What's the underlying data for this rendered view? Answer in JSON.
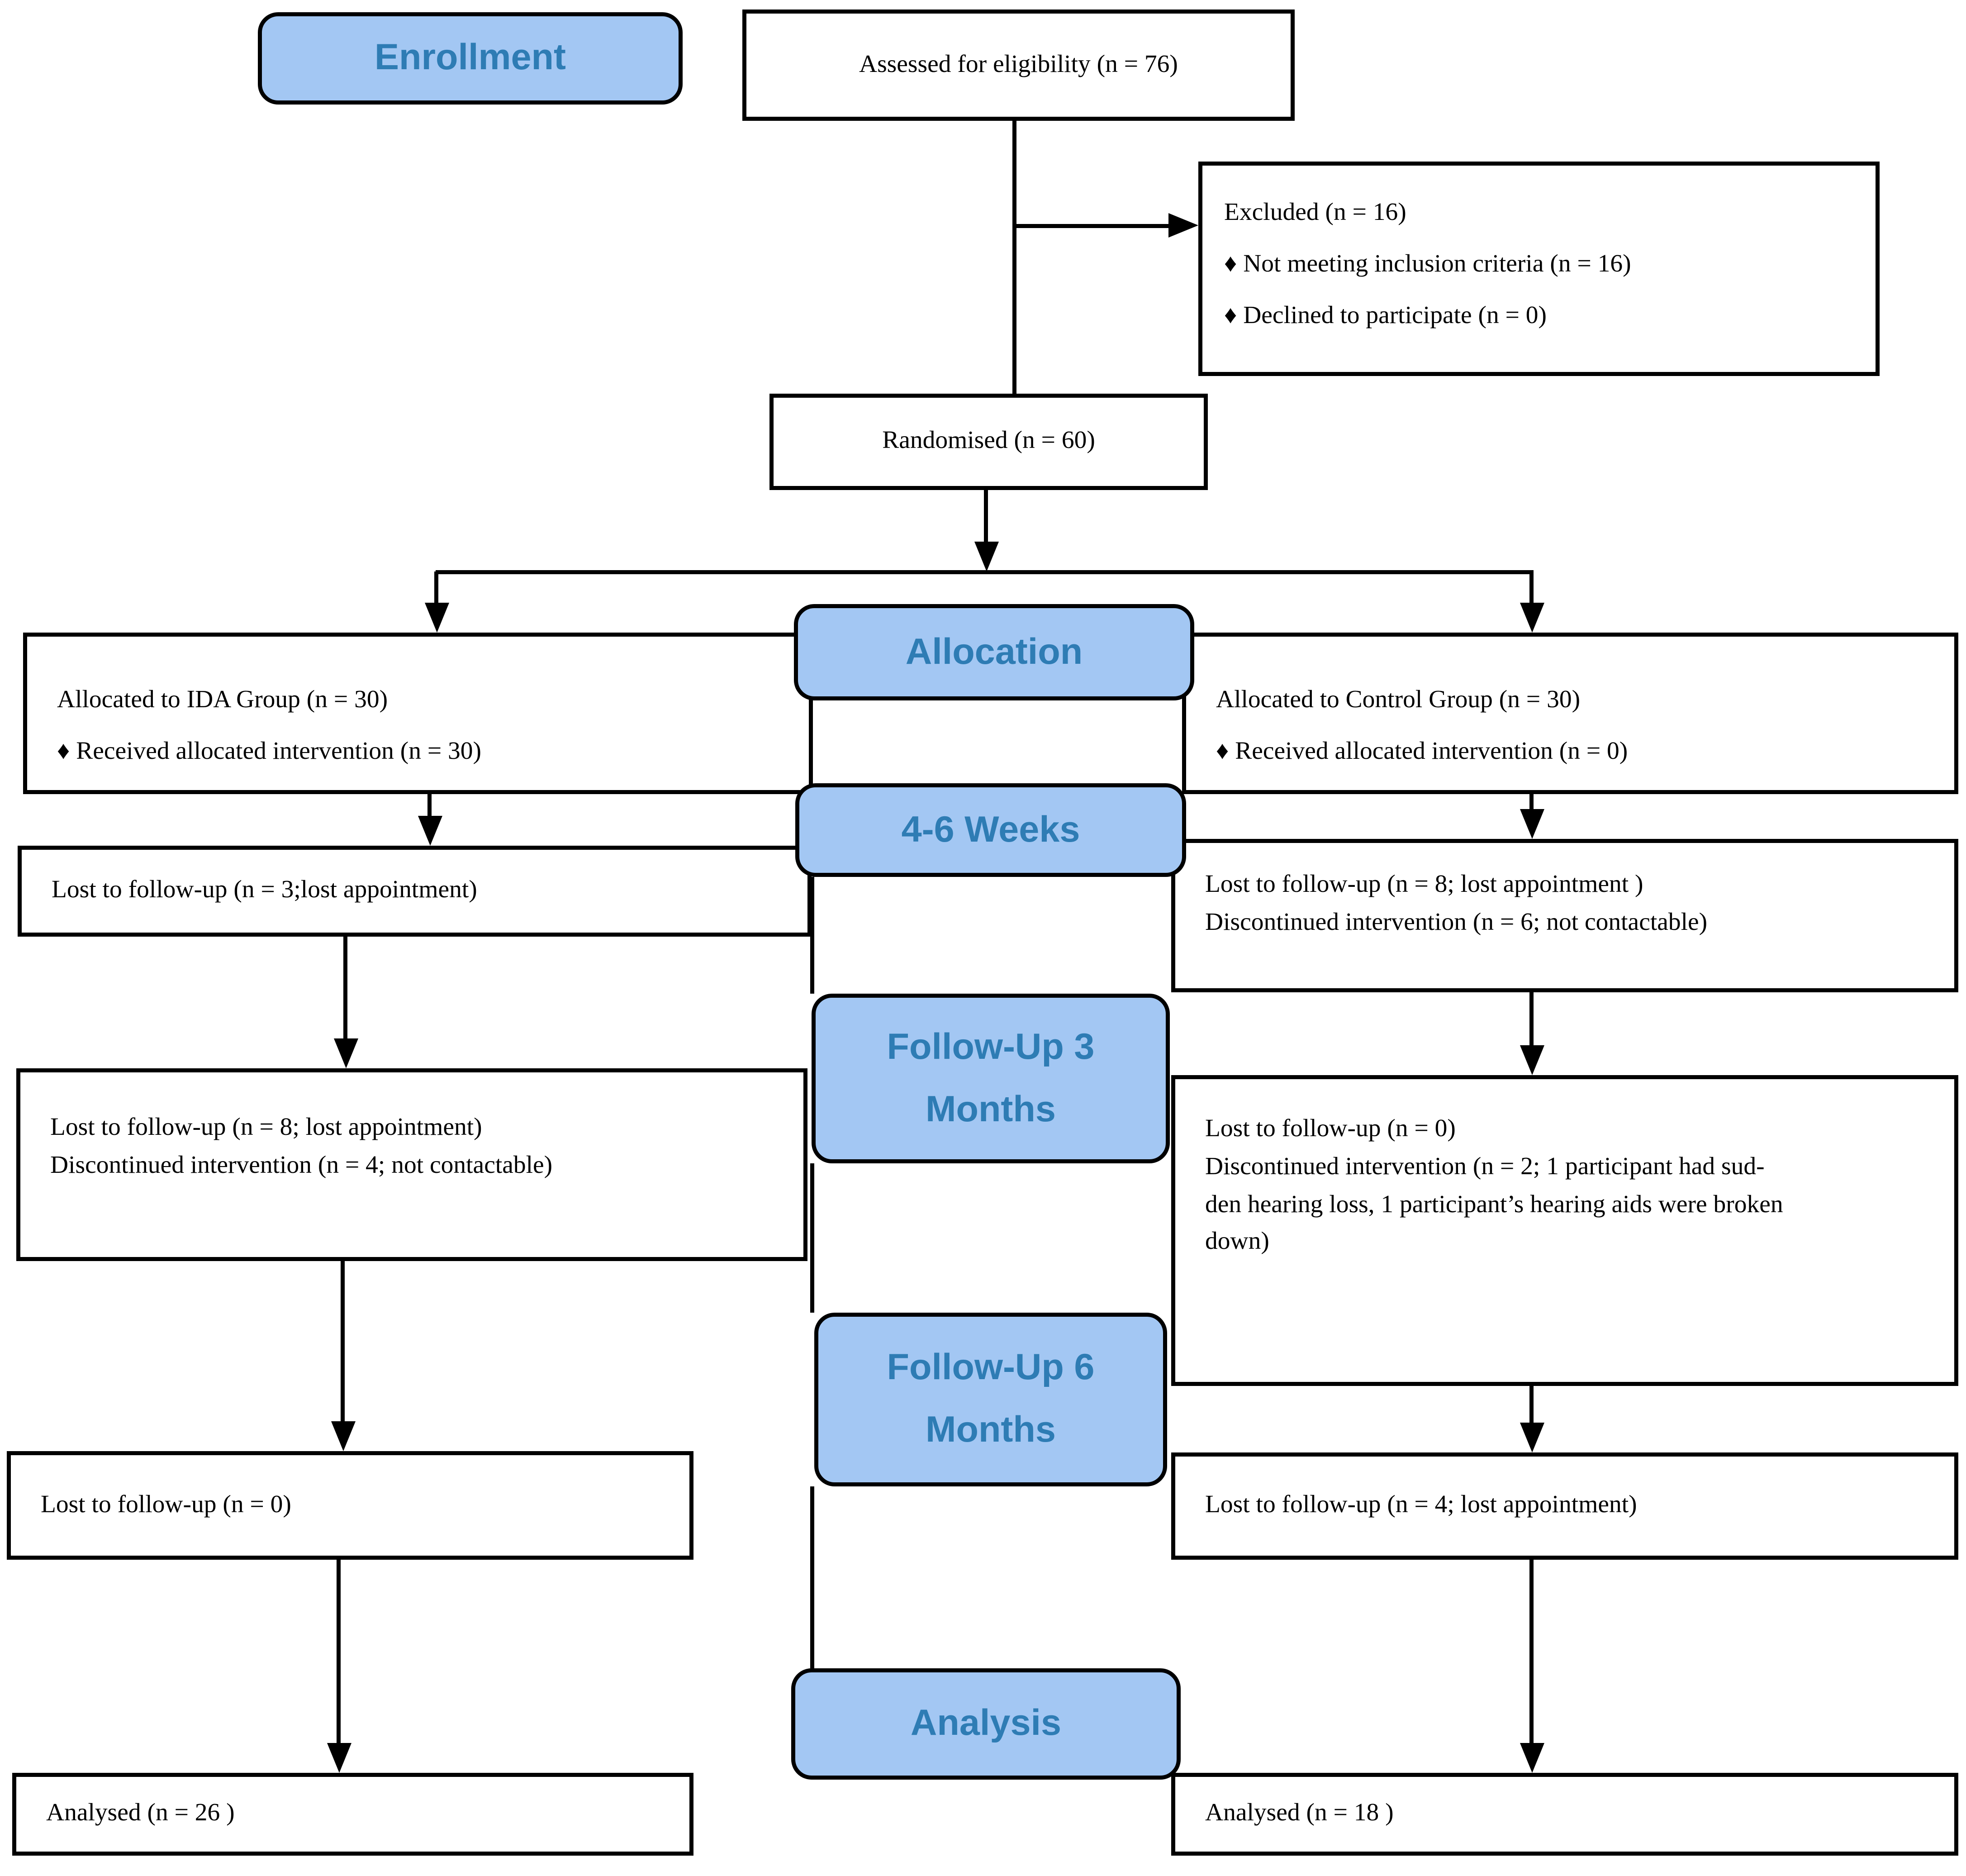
{
  "colors": {
    "pill_fill": "#A3C7F3",
    "pill_text": "#2E7CB4",
    "line": "#000000"
  },
  "pills": {
    "enrollment": {
      "label": "Enrollment"
    },
    "allocation": {
      "label": "Allocation"
    },
    "weeks_4_6": {
      "label": "4-6 Weeks"
    },
    "followup_3": {
      "line1": "Follow-Up 3",
      "line2": "Months"
    },
    "followup_6": {
      "line1": "Follow-Up 6",
      "line2": "Months"
    },
    "analysis": {
      "label": "Analysis"
    }
  },
  "boxes": {
    "assessed": {
      "text": "Assessed for eligibility (n = 76)"
    },
    "excluded": {
      "lines": [
        "Excluded  (n = 16)",
        "♦ Not meeting inclusion criteria (n = 16)",
        "♦ Declined to participate (n = 0)"
      ]
    },
    "randomised": {
      "text": "Randomised (n = 60)"
    },
    "allocated_ida": {
      "lines": [
        "Allocated to IDA Group (n = 30)",
        "♦ Received allocated intervention (n = 30)"
      ]
    },
    "allocated_control": {
      "lines": [
        "Allocated to Control Group (n = 30)",
        "♦ Received allocated intervention (n =  0)"
      ]
    },
    "weeks_lost_ida": {
      "lines": [
        "Lost to follow-up (n = 3;lost appointment)"
      ]
    },
    "weeks_lost_control": {
      "lines": [
        "Lost to follow-up (n = 8; lost appointment )",
        "Discontinued intervention (n = 6; not contactable)"
      ]
    },
    "fu3_lost_ida": {
      "lines": [
        "Lost to follow-up (n = 8; lost appointment)",
        "Discontinued intervention (n = 4; not contactable)"
      ]
    },
    "fu3_lost_control": {
      "lines": [
        "Lost to follow-up (n = 0)",
        "Discontinued intervention (n = 2; 1 participant had sud-",
        "den hearing loss, 1 participant’s hearing aids were broken",
        "down)"
      ]
    },
    "fu6_lost_ida": {
      "lines": [
        "Lost to follow-up (n = 0)"
      ]
    },
    "fu6_lost_control": {
      "lines": [
        "Lost to follow-up (n = 4; lost appointment)"
      ]
    },
    "analysed_ida": {
      "text": "Analysed  (n = 26 )"
    },
    "analysed_control": {
      "text": "Analysed  (n = 18 )"
    }
  }
}
